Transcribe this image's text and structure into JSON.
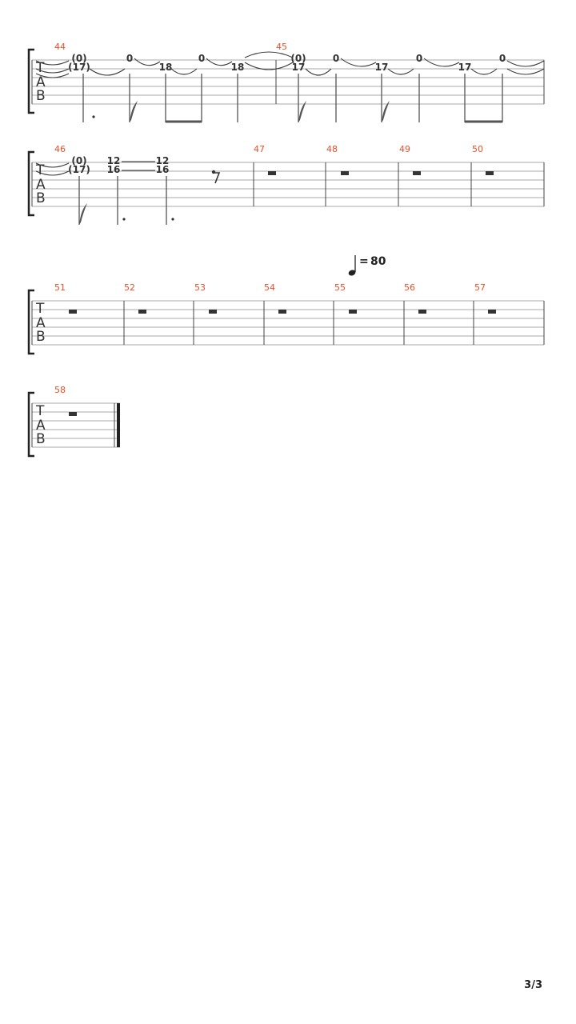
{
  "tab_clef": [
    "T",
    "A",
    "B"
  ],
  "tempo": {
    "value": "80",
    "prefix": "="
  },
  "page_number": "3/3",
  "systems": [
    {
      "id": "system-1",
      "measures": [
        {
          "number": "44",
          "notes": [
            {
              "frets": [
                "(0)",
                "(17)"
              ]
            },
            {
              "frets": [
                "0"
              ]
            },
            {
              "frets": [
                "18"
              ]
            },
            {
              "frets": [
                "0"
              ]
            },
            {
              "frets": [
                "18"
              ]
            }
          ]
        },
        {
          "number": "45",
          "notes": [
            {
              "frets": [
                "(0)",
                "17"
              ]
            },
            {
              "frets": [
                "0"
              ]
            },
            {
              "frets": [
                "17"
              ]
            },
            {
              "frets": [
                "0"
              ]
            },
            {
              "frets": [
                "17"
              ]
            },
            {
              "frets": [
                "0"
              ]
            }
          ]
        }
      ]
    },
    {
      "id": "system-2",
      "measures": [
        {
          "number": "46",
          "notes": [
            {
              "frets": [
                "(0)",
                "(17)"
              ]
            },
            {
              "frets": [
                "12",
                "16"
              ]
            },
            {
              "frets": [
                "12",
                "16"
              ]
            }
          ]
        },
        {
          "number": "47",
          "rest": true
        },
        {
          "number": "48",
          "rest": true
        },
        {
          "number": "49",
          "rest": true
        },
        {
          "number": "50",
          "rest": true
        }
      ]
    },
    {
      "id": "system-3",
      "measures": [
        {
          "number": "51",
          "rest": true
        },
        {
          "number": "52",
          "rest": true
        },
        {
          "number": "53",
          "rest": true
        },
        {
          "number": "54",
          "rest": true
        },
        {
          "number": "55",
          "rest": true
        },
        {
          "number": "56",
          "rest": true
        },
        {
          "number": "57",
          "rest": true
        }
      ]
    },
    {
      "id": "system-4",
      "measures": [
        {
          "number": "58",
          "rest": true,
          "final_barline": true
        }
      ]
    }
  ]
}
